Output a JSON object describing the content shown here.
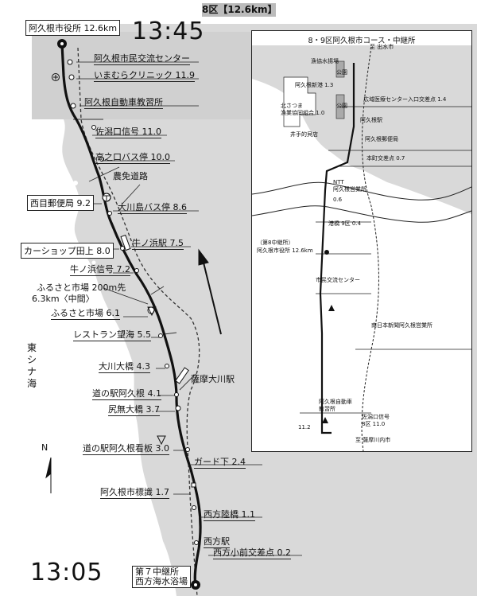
{
  "section_title": "8区【12.6km】",
  "finish_time": "13:45",
  "start_time": "13:05",
  "start_label": [
    "第７中継所",
    "西方海水浴場"
  ],
  "finish_label": "阿久根市役所 12.6km",
  "sea_label": "東シナ海",
  "north_label": "N",
  "waypoints": [
    {
      "label": "阿久根市民交流センター"
    },
    {
      "label": "いまむらクリニック 11.9"
    },
    {
      "label": "阿久根自動車教習所"
    },
    {
      "label": "佐潟口信号 11.0"
    },
    {
      "label": "高之口バス停 10.0"
    },
    {
      "label": "農免道路"
    },
    {
      "label": "西目郵便局 9.2"
    },
    {
      "label": "大川島バス停 8.6"
    },
    {
      "label": "カーショップ田上 8.0"
    },
    {
      "label": "牛ノ浜駅 7.5"
    },
    {
      "label": "牛ノ浜信号 7.2"
    },
    {
      "label": "ふるさと市場 200m先"
    },
    {
      "label": "6.3km〈中間〉"
    },
    {
      "label": "ふるさと市場 6.1"
    },
    {
      "label": "レストラン望海 5.5"
    },
    {
      "label": "大川大橋 4.3"
    },
    {
      "label": "薩摩大川駅"
    },
    {
      "label": "道の駅阿久根 4.1"
    },
    {
      "label": "尻無大橋 3.7"
    },
    {
      "label": "道の駅阿久根看板 3.0"
    },
    {
      "label": "ガード下 2.4"
    },
    {
      "label": "阿久根市標識 1.7"
    },
    {
      "label": "西方陸橋 1.1"
    },
    {
      "label": "西方駅"
    },
    {
      "label": "西方小前交差点 0.2"
    }
  ],
  "inset": {
    "title": "8・9区阿久根市コース・中継所",
    "labels": [
      "至 出水市",
      "漁協水揚場",
      "公園",
      "阿久根新港 1.3",
      "公園",
      "北さつま",
      "漁業協同組合 1.0",
      "広域医療センター入口交差点 1.4",
      "阿久根駅",
      "井手的貝店",
      "阿久根郵便局",
      "本町交差点 0.7",
      "NTT",
      "阿久根営業所",
      "0.6",
      "港橋 9区 0.4",
      "（第8中継所）",
      "阿久根市役所 12.6km",
      "市民交流センター",
      "南日本新聞阿久根営業所",
      "阿久根自動車",
      "教習所",
      "11.2",
      "佐潟口信号",
      "8区 11.0",
      "至 薩摩川内市"
    ]
  },
  "colors": {
    "land": "#d9d9d9",
    "sea": "#ffffff",
    "route": "#111111",
    "rail": "#333333"
  }
}
